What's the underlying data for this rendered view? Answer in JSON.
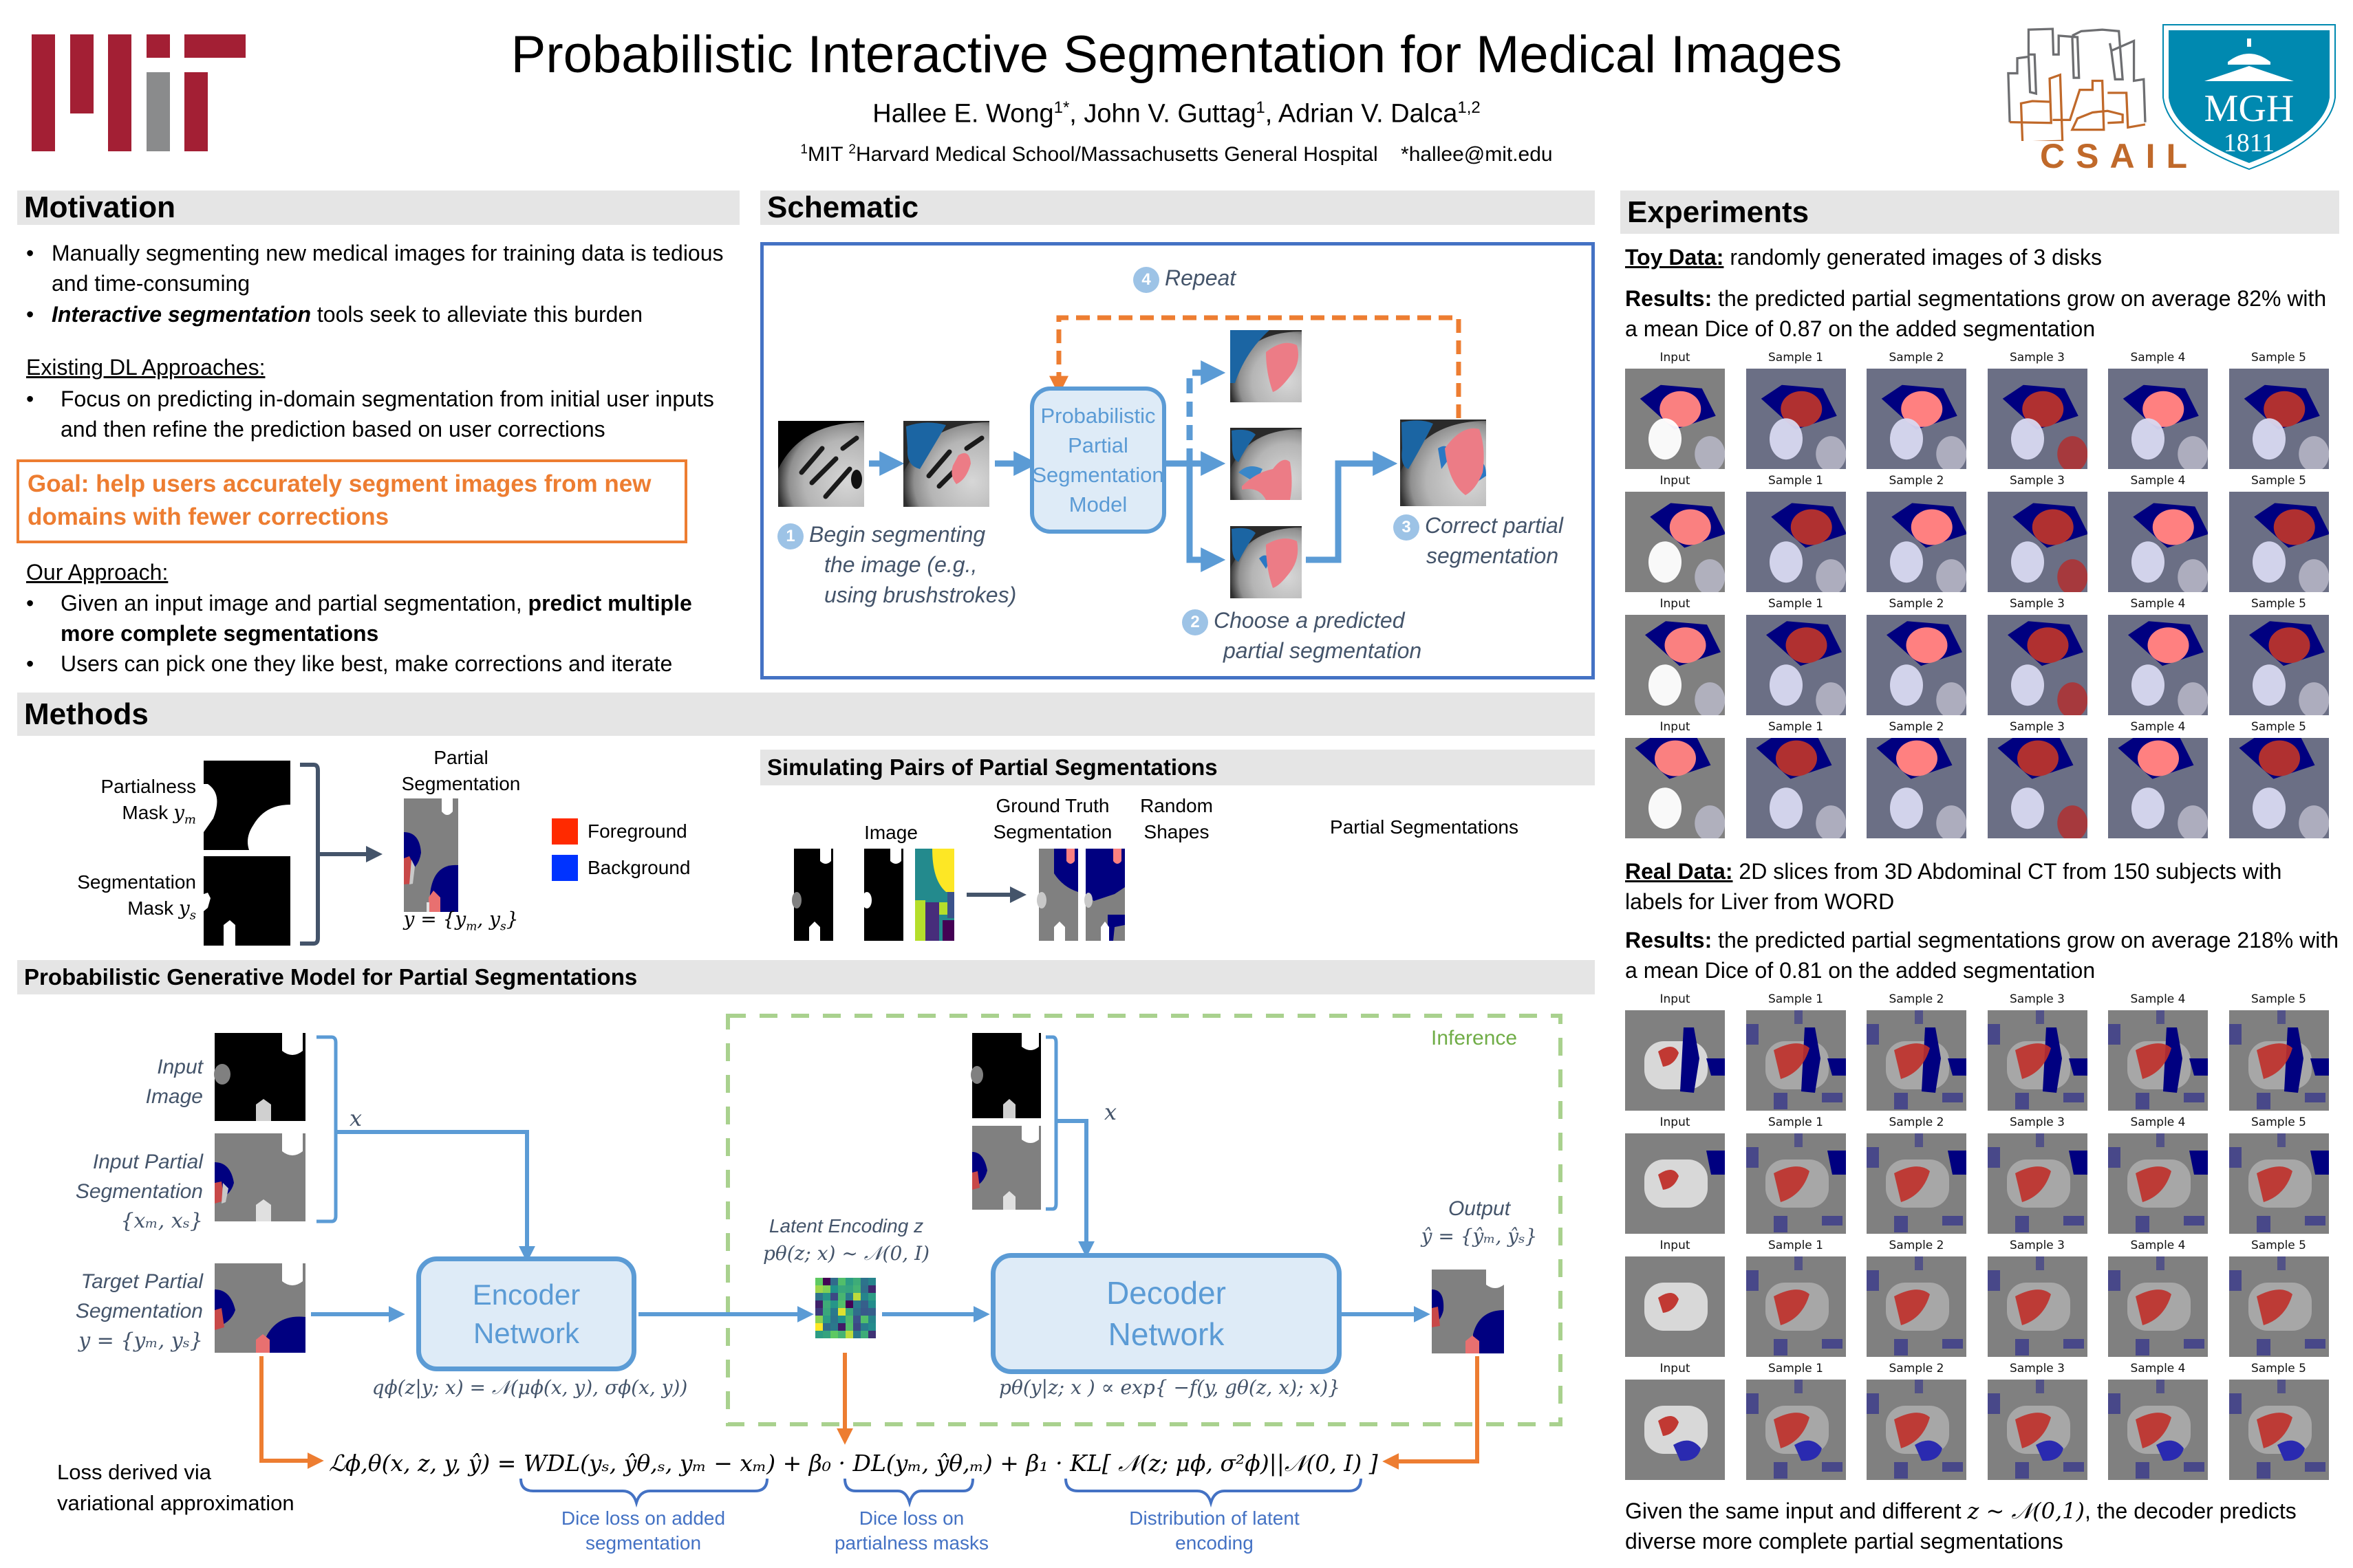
{
  "header": {
    "title": "Probabilistic Interactive Segmentation for Medical Images",
    "authors": [
      {
        "name": "Hallee E. Wong",
        "sup": "1*"
      },
      {
        "name": "John V. Guttag",
        "sup": "1"
      },
      {
        "name": "Adrian V. Dalca",
        "sup": "1,2"
      }
    ],
    "affiliation": {
      "sup1": "1",
      "aff1": "MIT ",
      "sup2": "2",
      "aff2": "Harvard Medical School/Massachusetts General Hospital",
      "email": "*hallee@mit.edu"
    },
    "logos": {
      "mit": "MIT logo",
      "csail_text": "CSAIL",
      "mgh_text": "MGH",
      "mgh_year": "1811"
    },
    "colors": {
      "mit_red": "#a31f34",
      "mit_gray": "#8a8b8c",
      "csail_orange": "#c0692a",
      "csail_gray": "#6d6e71",
      "mgh_teal": "#0089b0"
    }
  },
  "motivation": {
    "heading": "Motivation",
    "bullets": [
      {
        "text": "Manually segmenting new medical images for training data is tedious and time-consuming"
      },
      {
        "bold_italic": "Interactive segmentation",
        "text": " tools seek to alleviate this burden"
      }
    ],
    "existing_heading": "Existing DL Approaches:",
    "existing_bullets": [
      "Focus on predicting in-domain segmentation from initial user inputs and then refine the prediction based on user corrections"
    ],
    "goal": "Goal: help users accurately segment images from new domains with fewer corrections",
    "approach_heading": "Our Approach:",
    "approach_bullets": [
      {
        "text": "Given an input image and partial segmentation, ",
        "bold": "predict multiple more complete segmentations"
      },
      {
        "text": "Users can pick one they like best, make corrections and iterate"
      }
    ],
    "bullet_glyph": "•"
  },
  "schematic": {
    "heading": "Schematic",
    "model_box": [
      "Probabilistic",
      "Partial",
      "Segmentation",
      "Model"
    ],
    "steps": [
      {
        "num": "1",
        "lines": [
          "Begin segmenting",
          "the image (e.g.,",
          "using brushstrokes)"
        ]
      },
      {
        "num": "2",
        "lines": [
          "Choose a predicted",
          "partial segmentation"
        ]
      },
      {
        "num": "3",
        "lines": [
          "Correct partial",
          "segmentation"
        ]
      },
      {
        "num": "4",
        "lines": [
          "Repeat"
        ]
      }
    ],
    "colors": {
      "frame": "#4472c4",
      "arrow": "#5b9bd5",
      "repeat": "#ed7d31",
      "fg": "#ec7c86",
      "bg": "#1b65a3"
    }
  },
  "methods": {
    "heading": "Methods",
    "partialness_label": [
      "Partialness",
      "Mask "
    ],
    "partialness_sym": "y",
    "partialness_sub": "m",
    "segmentation_label": [
      "Segmentation",
      "Mask "
    ],
    "segmentation_sym": "y",
    "segmentation_sub": "s",
    "partial_seg_title": [
      "Partial",
      "Segmentation"
    ],
    "partial_seg_eq": "y = {y",
    "partial_seg_eq_parts": [
      "y = {y",
      "m",
      ", y",
      "s",
      "}"
    ],
    "legend": [
      {
        "label": "Foreground",
        "color": "#ff2a00"
      },
      {
        "label": "Background",
        "color": "#0033ff"
      }
    ],
    "simulating": {
      "heading": "Simulating Pairs of Partial Segmentations",
      "image_label": "Image",
      "gt_label": [
        "Ground Truth",
        "Segmentation"
      ],
      "shapes_label": [
        "Random",
        "Shapes"
      ],
      "partial_label": "Partial Segmentations"
    }
  },
  "generative": {
    "heading": "Probabilistic Generative Model for Partial Segmentations",
    "input_image_label": [
      "Input",
      "Image"
    ],
    "input_partial_label": [
      "Input Partial",
      "Segmentation"
    ],
    "input_partial_eq": "{xₘ, xₛ}",
    "target_label": [
      "Target Partial",
      "Segmentation"
    ],
    "target_eq": "y = {yₘ, yₛ}",
    "x_label": "x",
    "encoder": [
      "Encoder",
      "Network"
    ],
    "decoder": [
      "Decoder",
      "Network"
    ],
    "encoder_eq": "qϕ(z|y; x) = 𝒩(μϕ(x, y), σϕ(x, y))",
    "decoder_eq": "pθ(y|z; x ) ∝ exp{ −f(y, gθ(z, x); x)}",
    "latent_title": "Latent Encoding z",
    "latent_eq": "pθ(z; x) ~ 𝒩(0, I)",
    "inference_label": "Inference",
    "output_label": "Output",
    "output_eq": "ŷ = {ŷₘ, ŷₛ}",
    "loss_label": [
      "Loss derived via",
      "variational approximation"
    ],
    "loss_eq": {
      "lhs": "ℒϕ,θ(x, z, y, ŷ) = ",
      "term1": "WDL(yₛ, ŷθ,ₛ, yₘ − xₘ)",
      "plus0": " + β₀ · ",
      "term2": "DL(yₘ, ŷθ,ₘ)",
      "plus1": " + β₁ · ",
      "term3": "KL[ 𝒩(z; μϕ, σ²ϕ)||𝒩(0, I) ]"
    },
    "brace_labels": [
      [
        "Dice loss on added",
        "segmentation"
      ],
      [
        "Dice loss on",
        "partialness masks"
      ],
      [
        "Distribution of latent",
        "encoding"
      ]
    ],
    "latent_grid": [
      [
        0.75,
        0.0,
        0.35,
        0.7,
        0.55,
        0.62,
        0.38,
        0.45
      ],
      [
        0.85,
        0.8,
        0.5,
        0.6,
        0.58,
        0.65,
        0.36,
        0.12
      ],
      [
        0.38,
        0.52,
        0.22,
        0.66,
        0.42,
        0.9,
        0.45,
        0.55
      ],
      [
        0.1,
        0.62,
        0.52,
        0.7,
        0.0,
        0.4,
        0.3,
        0.48
      ],
      [
        0.18,
        0.6,
        0.4,
        0.95,
        0.6,
        0.36,
        0.28,
        0.3
      ],
      [
        0.82,
        0.55,
        0.38,
        0.5,
        0.68,
        0.25,
        0.7,
        0.45
      ],
      [
        1.0,
        0.35,
        0.4,
        0.08,
        0.7,
        0.22,
        0.42,
        0.48
      ],
      [
        0.55,
        0.58,
        0.75,
        0.65,
        0.9,
        0.4,
        0.62,
        0.15
      ]
    ],
    "colors": {
      "arrow": "#5b9bd5",
      "loss_arrow": "#ed7d31",
      "inference": "#a9d18e",
      "inference_text": "#70ad47",
      "brace": "#4472c4"
    }
  },
  "experiments": {
    "heading": "Experiments",
    "toy": {
      "label": "Toy Data:",
      "text": " randomly generated images of 3 disks",
      "results_label": "Results:",
      "results_text": " the predicted partial segmentations grow on average 82% with a mean Dice of 0.87 on the added segmentation",
      "growth_percent": 82,
      "mean_dice": 0.87
    },
    "real": {
      "label": "Real Data:",
      "text": " 2D slices from 3D Abdominal CT from 150 subjects with labels for Liver from WORD",
      "results_label": "Results:",
      "results_text": " the predicted partial segmentations grow on average 218% with a mean Dice of 0.81 on the added segmentation",
      "growth_percent": 218,
      "mean_dice": 0.81
    },
    "column_titles": [
      "Input",
      "Sample 1",
      "Sample 2",
      "Sample 3",
      "Sample 4",
      "Sample 5"
    ],
    "rows_per_grid": 4,
    "caption_pre": "Given the same input and different ",
    "caption_math": "z ~ 𝒩(0,1)",
    "caption_post": ", the decoder predicts diverse more complete partial segmentations"
  }
}
